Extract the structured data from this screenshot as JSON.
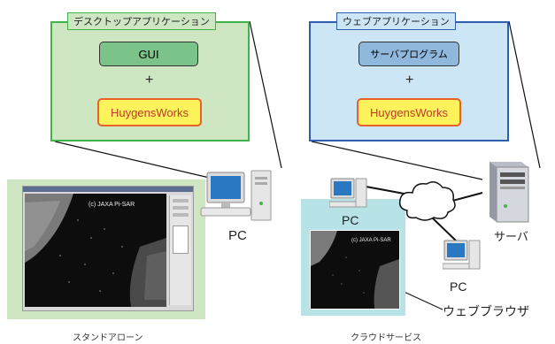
{
  "left_panel": {
    "title": "デスクトップアプリケーション",
    "module1": "GUI",
    "plus": "+",
    "module2": "HuygensWorks"
  },
  "right_panel": {
    "title": "ウェブアプリケーション",
    "module1": "サーバプログラム",
    "plus": "+",
    "module2": "HuygensWorks"
  },
  "labels": {
    "pc_main": "PC",
    "pc_client1": "PC",
    "pc_client2": "PC",
    "server": "サーバ",
    "browser": "ウェブブラウザ"
  },
  "screens": {
    "desktop_watermark": "(c) JAXA Pi-SAR",
    "browser_watermark": "(c) JAXA Pi-SAR"
  },
  "captions": {
    "left": "スタンドアローン",
    "right": "クラウドサービス"
  },
  "colors": {
    "left_fill": "#cfe6c2",
    "left_border": "#3fb24a",
    "right_fill": "#cce6f5",
    "right_border": "#2d5fae",
    "gui_fill": "#7cc38a",
    "module_fill": "#fff35c",
    "module_border": "#e8602a",
    "server_prog_fill": "#8fb8dc",
    "cloud_bg": "#b7e3e6"
  }
}
